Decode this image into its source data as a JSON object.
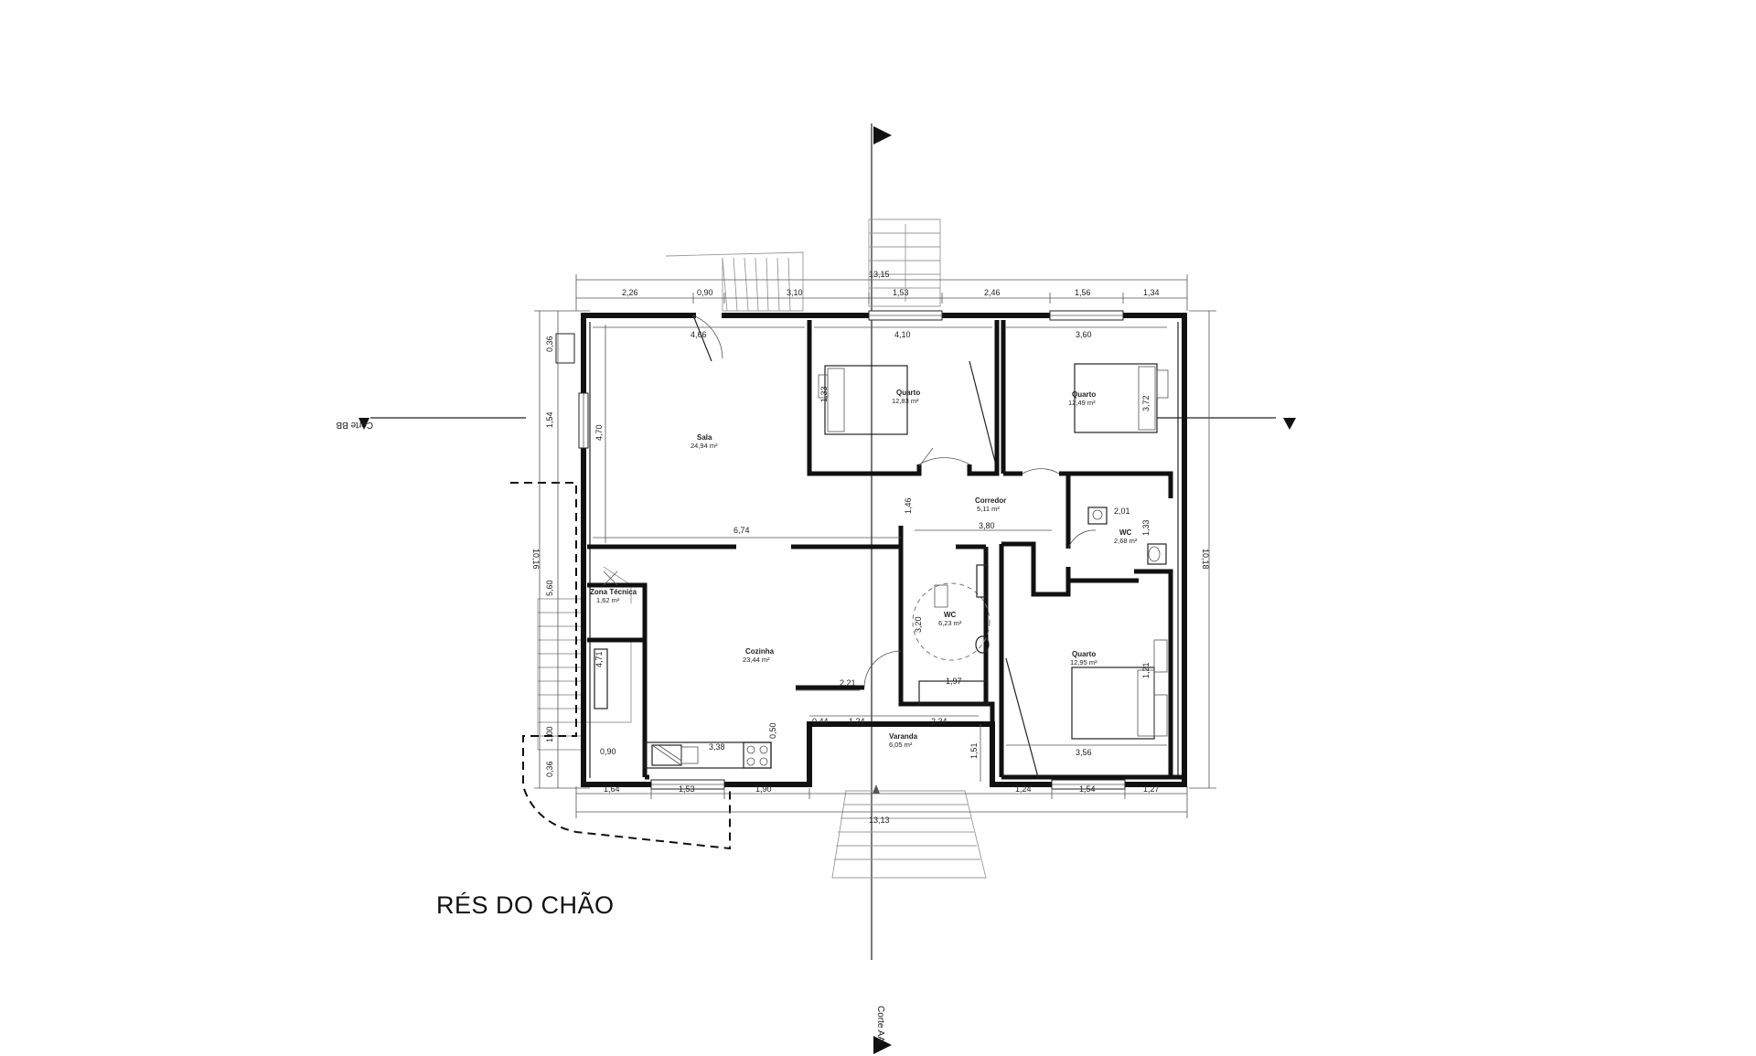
{
  "title": "RÉS DO CHÃO",
  "sections": {
    "aa": "Corte AA",
    "bb": "Corte BB"
  },
  "rooms": [
    {
      "name": "Sala",
      "area": "24,94 m²"
    },
    {
      "name": "Quarto",
      "area": "12,83 m²"
    },
    {
      "name": "Quarto",
      "area": "12,49 m²"
    },
    {
      "name": "Corredor",
      "area": "5,11 m²"
    },
    {
      "name": "WC",
      "area": "2,68 m²"
    },
    {
      "name": "WC",
      "area": "6,23 m²"
    },
    {
      "name": "Zona Técnica",
      "area": "1,62 m²"
    },
    {
      "name": "Cozinha",
      "area": "23,44 m²"
    },
    {
      "name": "Varanda",
      "area": "6,05 m²"
    },
    {
      "name": "Quarto",
      "area": "12,95 m²"
    }
  ],
  "dimensions": {
    "top_total": "13,15",
    "top": [
      "2,26",
      "0,90",
      "3,10",
      "1,53",
      "2,46",
      "1,56",
      "1,34"
    ],
    "bottom_total": "13,13",
    "bottom": [
      "1,64",
      "1,53",
      "1,90",
      "1,24",
      "1,54",
      "1,27"
    ],
    "left_total": "10,16",
    "left": [
      "0,36",
      "1,54",
      "5,60",
      "1,00",
      "0,36"
    ],
    "right_total": "10,18",
    "interior": [
      "4,66",
      "4,10",
      "3,60",
      "4,70",
      "6,74",
      "1,46",
      "3,80",
      "2,01",
      "1,33",
      "3,20",
      "1,97",
      "2,21",
      "0,44",
      "1,24",
      "2,34",
      "1,51",
      "3,38",
      "0,50",
      "0,90",
      "4,71",
      "1,33",
      "3,72",
      "3,56",
      "1,21"
    ]
  }
}
